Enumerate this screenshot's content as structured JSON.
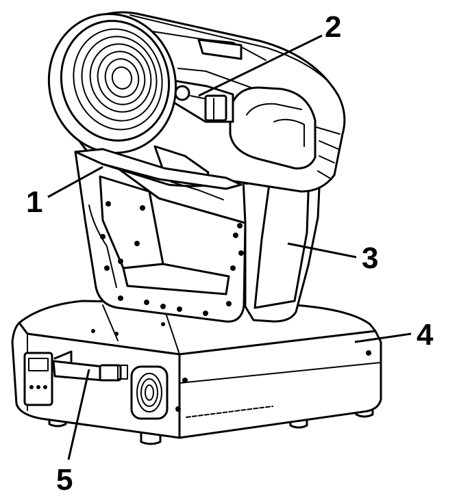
{
  "callouts": [
    {
      "id": "1",
      "label": "1"
    },
    {
      "id": "2",
      "label": "2"
    },
    {
      "id": "3",
      "label": "3"
    },
    {
      "id": "4",
      "label": "4"
    },
    {
      "id": "5",
      "label": "5"
    }
  ],
  "colors": {
    "ink": "#000000",
    "paper": "#ffffff"
  }
}
